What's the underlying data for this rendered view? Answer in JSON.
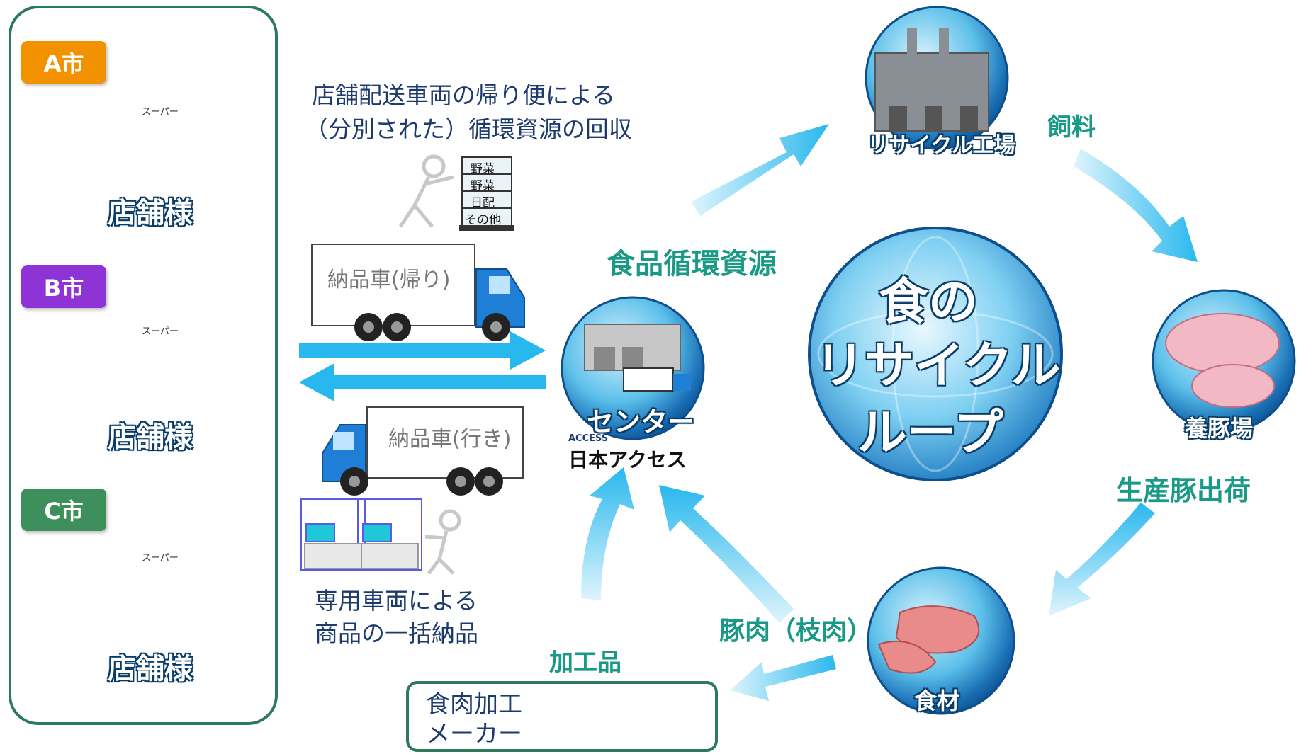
{
  "stores": {
    "items": [
      {
        "city": "A市",
        "city_color": "#f39200",
        "label": "店舗様"
      },
      {
        "city": "B市",
        "city_color": "#8e33d6",
        "label": "店舗様"
      },
      {
        "city": "C市",
        "city_color": "#3d8f5c",
        "label": "店舗様"
      }
    ],
    "building_sign": "スーパー"
  },
  "return_trip": {
    "caption_line1": "店舗配送車両の帰り便による",
    "caption_line2": "（分別された）循環資源の回収",
    "crate_labels": [
      "野菜",
      "野菜",
      "日配",
      "その他"
    ],
    "truck_label": "納品車(帰り)"
  },
  "outbound": {
    "truck_label": "納品車(行き)",
    "caption_line1": "専用車両による",
    "caption_line2": "商品の一括納品"
  },
  "center": {
    "label": "センター",
    "logo_small": "ACCESS",
    "logo_name": "日本アクセス"
  },
  "loop": {
    "title_line1": "食の",
    "title_line2": "リサイクル",
    "title_line3": "ループ"
  },
  "nodes": {
    "factory": "リサイクル工場",
    "pig_farm": "養豚場",
    "ingredients": "食材"
  },
  "flows": {
    "food_resources": "食品循環資源",
    "feed": "飼料",
    "pig_shipping": "生産豚出荷",
    "pork": "豚肉（枝肉）",
    "processed": "加工品"
  },
  "maker": {
    "line1": "食肉加工",
    "line2": "メーカー"
  },
  "colors": {
    "arrow": "#29b8ee",
    "panel_border": "#2c7a5a",
    "teal_text": "#1a9a86",
    "dark_text": "#1c3a6e",
    "truck_blue": "#1f7fd6"
  }
}
